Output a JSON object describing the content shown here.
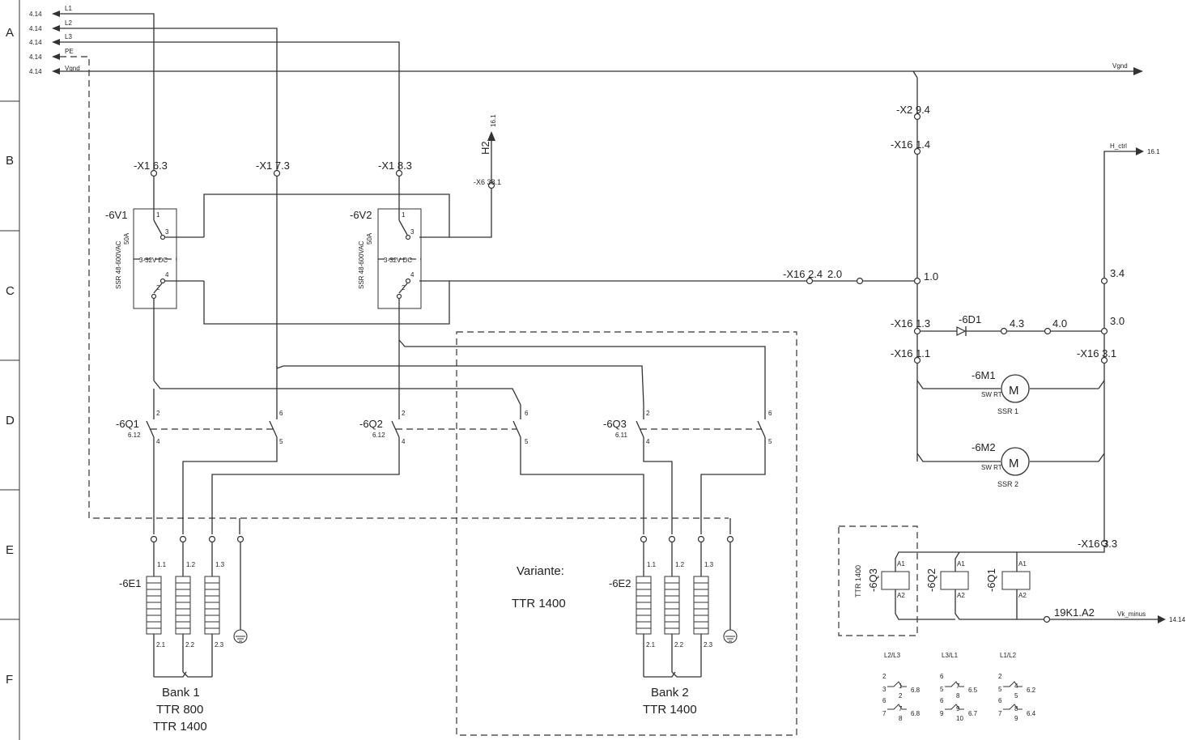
{
  "rows": [
    "A",
    "B",
    "C",
    "D",
    "E",
    "F"
  ],
  "supply": {
    "lines": [
      "L1",
      "L2",
      "L3",
      "PE",
      "Vgnd"
    ],
    "ref": "4.14",
    "vgnd_right": "Vgnd"
  },
  "terminals": {
    "x1_6_3": "-X1 6.3",
    "x1_7_3": "-X1 7.3",
    "x1_8_3": "-X1 8.3",
    "x6_38_1": "-X6 38.1",
    "x2_9_4": "-X2 9.4",
    "x16_1_4": "-X16 1.4",
    "x16_2_4": "-X16 2.4",
    "x16_1_3": "-X16 1.3",
    "x16_1_1": "-X16 1.1",
    "x16_3_1": "-X16 3.1",
    "x16_3_3": "-X16 3.3"
  },
  "h2": {
    "label": "H2",
    "ref": "16.1"
  },
  "h_ctrl": {
    "label": "H_ctrl",
    "ref": "16.1"
  },
  "ssr": [
    {
      "tag": "-6V1",
      "rating": "SSR 48-600VAC",
      "amp": "50A",
      "control": "3-32V DC",
      "p1": "1",
      "p2": "2",
      "p3": "3",
      "p4": "4"
    },
    {
      "tag": "-6V2",
      "rating": "SSR 48-600VAC",
      "amp": "50A",
      "control": "3-32V DC",
      "p1": "1",
      "p2": "2",
      "p3": "3",
      "p4": "4"
    }
  ],
  "nodes": {
    "n2_0": "2.0",
    "n1_0": "1.0",
    "n3_4": "3.4",
    "n4_3": "4.3",
    "n4_0": "4.0",
    "n3_0": "3.0"
  },
  "diode": "-6D1",
  "fans": [
    {
      "tag": "-6M1",
      "sw": "SW RT",
      "name": "SSR 1",
      "symbol": "M"
    },
    {
      "tag": "-6M2",
      "sw": "SW RT",
      "name": "SSR 2",
      "symbol": "M"
    }
  ],
  "contactors": [
    {
      "tag": "-6Q1",
      "ref": "6.12"
    },
    {
      "tag": "-6Q2",
      "ref": "6.12"
    },
    {
      "tag": "-6Q3",
      "ref": "6.11"
    }
  ],
  "pins": {
    "p2": "2",
    "p4": "4",
    "p5": "5",
    "p6": "6"
  },
  "heaters": [
    {
      "tag": "-6E1",
      "top": [
        "1.1",
        "1.2",
        "1.3"
      ],
      "bottom": [
        "2.1",
        "2.2",
        "2.3"
      ],
      "bank": "Bank 1",
      "models": [
        "TTR  800",
        "TTR 1400"
      ]
    },
    {
      "tag": "-6E2",
      "top": [
        "1.1",
        "1.2",
        "1.3"
      ],
      "bottom": [
        "2.1",
        "2.2",
        "2.3"
      ],
      "bank": "Bank 2",
      "models": [
        "TTR 1400"
      ]
    }
  ],
  "variant": {
    "label": "Variante:",
    "model": "TTR 1400"
  },
  "coils": {
    "box_label": "TTR 1400",
    "items": [
      {
        "tag": "-6Q3",
        "a1": "A1",
        "a2": "A2"
      },
      {
        "tag": "-6Q2",
        "a1": "A1",
        "a2": "A2"
      },
      {
        "tag": "-6Q1",
        "a1": "A1",
        "a2": "A2"
      }
    ],
    "k_ref": "19K1.A2",
    "vk": "Vk_minus",
    "vk_ref": "14.14"
  },
  "contact_tables": [
    {
      "title": "L2/L3",
      "rows": [
        [
          "1",
          "2",
          "6.8"
        ],
        [
          "7",
          "8",
          "6.8"
        ]
      ],
      "labels": [
        "2",
        "3",
        "6",
        "7"
      ]
    },
    {
      "title": "L3/L1",
      "rows": [
        [
          "7",
          "8",
          "6.5"
        ],
        [
          "9",
          "10",
          "6.7"
        ]
      ],
      "labels": [
        "6",
        "5",
        "6",
        "9"
      ]
    },
    {
      "title": "L1/L2",
      "rows": [
        [
          "4",
          "5",
          "6.2"
        ],
        [
          "8",
          "9",
          "6.4"
        ]
      ],
      "labels": [
        "2",
        "5",
        "6",
        "7"
      ]
    }
  ]
}
